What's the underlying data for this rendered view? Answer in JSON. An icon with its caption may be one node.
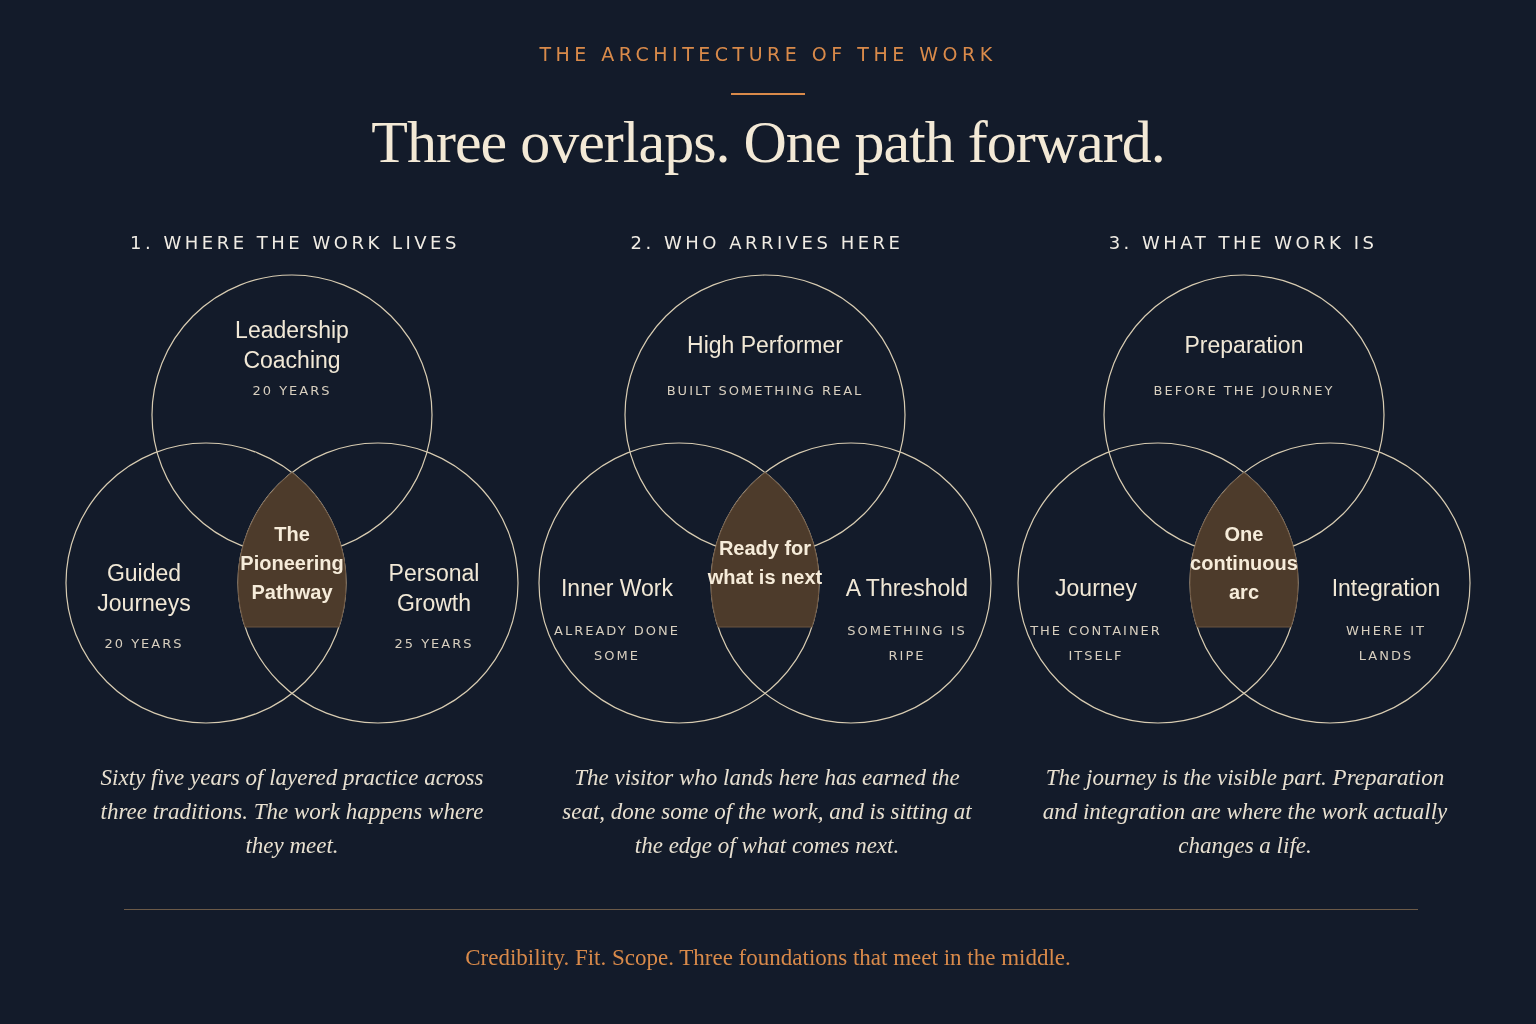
{
  "diagram": {
    "title": "Three overlaps. One path forward.",
    "caption": "Credibility. Fit. Scope. Three foundations that meet in the middle.",
    "nodes": [
      {
        "text": [
          "Leadership Coaching",
          "20 YEARS"
        ]
      },
      {
        "text": [
          "Guided Journeys",
          "20 YEARS"
        ]
      },
      {
        "text": [
          "The Pioneering Pathway"
        ]
      },
      {
        "text": [
          "Personal Growth",
          "25 YEARS"
        ]
      },
      {
        "text": [
          "High Performer",
          "BUILT SOMETHING REAL"
        ]
      },
      {
        "text": [
          "Inner Work",
          "ALREADY DONE SOME"
        ]
      },
      {
        "text": [
          "Ready for what is next"
        ]
      },
      {
        "text": [
          "A Threshold",
          "SOMETHING IS RIPE"
        ]
      },
      {
        "text": [
          "Preparation",
          "BEFORE THE JOURNEY"
        ]
      },
      {
        "text": [
          "Journey",
          "THE CONTAINER ITSELF"
        ]
      },
      {
        "text": [
          "One continuous arc"
        ]
      },
      {
        "text": [
          "Integration",
          "WHERE IT LANDS"
        ]
      }
    ],
    "labels": [
      "THE ARCHITECTURE OF THE WORK",
      "1. WHERE THE WORK LIVES",
      "2. WHO ARRIVES HERE",
      "3. WHAT THE WORK IS",
      "Sixty five years of layered practice across three traditions. The work happens where they meet.",
      "The visitor who lands here has earned the seat, done some of the work, and is sitting at the edge of what comes next.",
      "The journey is the visible part. Preparation and integration are where the work actually changes a life."
    ]
  }
}
